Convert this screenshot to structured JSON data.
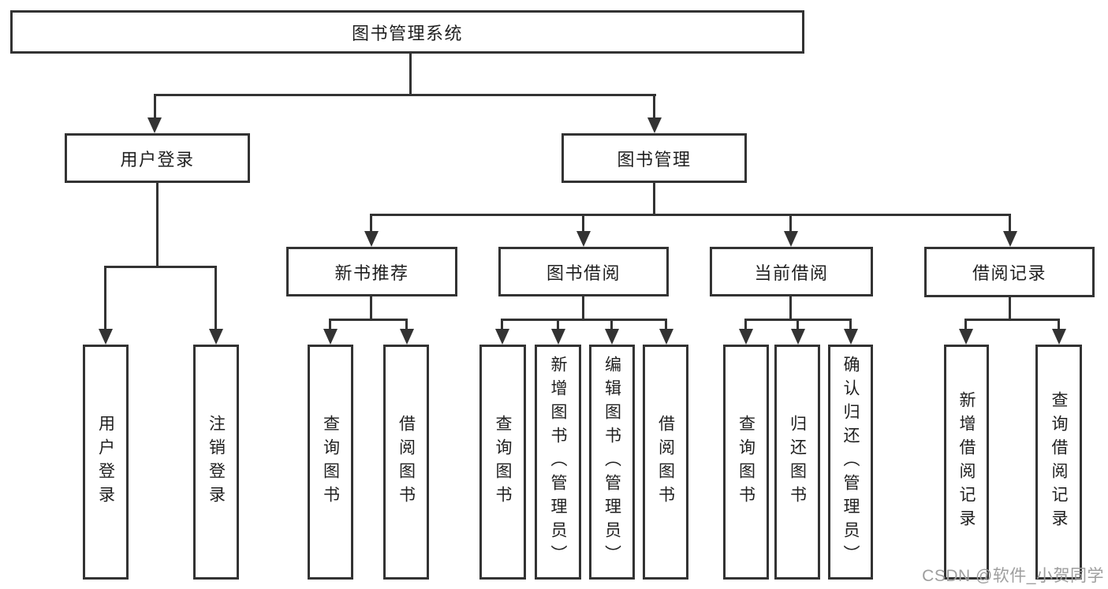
{
  "diagram": {
    "type": "hierarchical-function-tree",
    "colors": {
      "line": "#333333",
      "text": "#1f1f1f",
      "background": "#ffffff",
      "watermark_text_color": "#9e9e9e"
    },
    "nodes": {
      "root": {
        "label": "图书管理系统"
      },
      "user_login": {
        "label": "用户登录"
      },
      "book_mgmt": {
        "label": "图书管理"
      },
      "new_book_rec": {
        "label": "新书推荐"
      },
      "book_borrow": {
        "label": "图书借阅"
      },
      "current_borrow": {
        "label": "当前借阅"
      },
      "borrow_records": {
        "label": "借阅记录"
      },
      "leaf_user_login": {
        "label": "用户登录"
      },
      "leaf_logout": {
        "label": "注销登录"
      },
      "leaf_rec_query_book": {
        "label": "查询图书"
      },
      "leaf_rec_borrow_book": {
        "label": "借阅图书"
      },
      "leaf_bb_query_book": {
        "label": "查询图书"
      },
      "leaf_bb_add_book": {
        "label": "新增图书（管理员）"
      },
      "leaf_bb_edit_book": {
        "label": "编辑图书（管理员）"
      },
      "leaf_bb_borrow_book": {
        "label": "借阅图书"
      },
      "leaf_cb_query_book": {
        "label": "查询图书"
      },
      "leaf_cb_return_book": {
        "label": "归还图书"
      },
      "leaf_cb_confirm_return": {
        "label": "确认归还（管理员）"
      },
      "leaf_br_add_record": {
        "label": "新增借阅记录"
      },
      "leaf_br_query_record": {
        "label": "查询借阅记录"
      }
    },
    "hierarchy": {
      "图书管理系统": {
        "用户登录": [
          "用户登录",
          "注销登录"
        ],
        "图书管理": {
          "新书推荐": [
            "查询图书",
            "借阅图书"
          ],
          "图书借阅": [
            "查询图书",
            "新增图书（管理员）",
            "编辑图书（管理员）",
            "借阅图书"
          ],
          "当前借阅": [
            "查询图书",
            "归还图书",
            "确认归还（管理员）"
          ],
          "借阅记录": [
            "新增借阅记录",
            "查询借阅记录"
          ]
        }
      }
    },
    "watermark": {
      "text": "CSDN @软件_小贺同学"
    }
  }
}
